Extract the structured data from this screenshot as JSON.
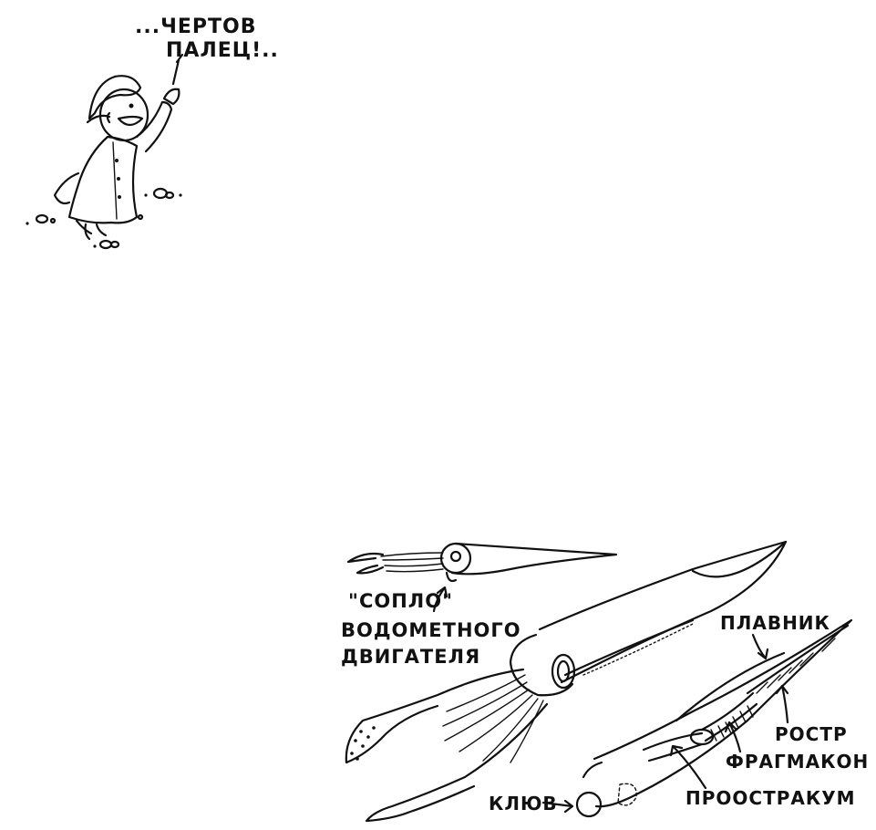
{
  "cartoon": {
    "speech_line1": "...ЧЕРТОВ",
    "speech_line2": "ПАЛЕЦ!.."
  },
  "diagram": {
    "labels": {
      "nozzle_line1": "\"СОПЛО\"",
      "nozzle_line2": "ВОДОМЕТНОГО",
      "nozzle_line3": "ДВИГАТЕЛЯ",
      "fin": "ПЛАВНИК",
      "rostrum": "РОСТР",
      "phragmocone": "ФРАГМАКОН",
      "proostracum": "ПРООСТРАКУМ",
      "beak": "КЛЮВ"
    }
  },
  "colors": {
    "ink": "#111111",
    "paper": "#ffffff"
  }
}
